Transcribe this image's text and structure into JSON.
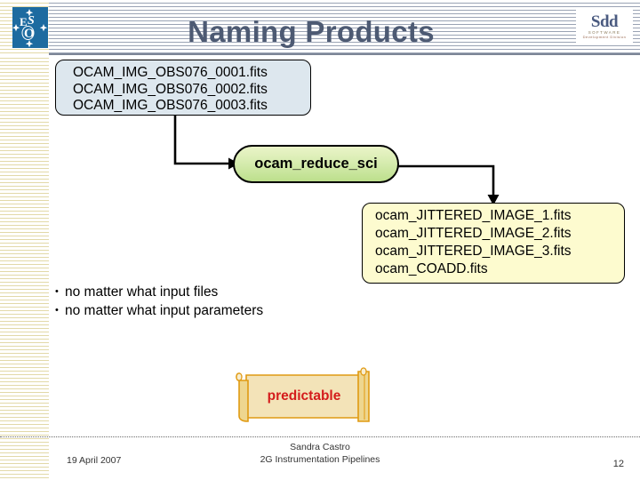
{
  "slide": {
    "title": "Naming Products",
    "page_number": "12",
    "accent_title_color": "#4d5a73",
    "highlight_color": "#d41c1c"
  },
  "logos": {
    "left": {
      "name": "eso-logo",
      "text": "ESO",
      "background": "#1d6ba0"
    },
    "right": {
      "name": "sdd-logo",
      "text": "Sdd",
      "subtitle1": "SOFTWARE",
      "subtitle2": "Development Division"
    }
  },
  "flow": {
    "input_box": {
      "name": "input-files-box",
      "fill": "#dde7ee",
      "lines": [
        "OCAM_IMG_OBS076_0001.fits",
        "OCAM_IMG_OBS076_0002.fits",
        "OCAM_IMG_OBS076_0003.fits"
      ]
    },
    "process": {
      "name": "recipe-node",
      "fill": "#cfe7a0",
      "label": "ocam_reduce_sci"
    },
    "output_box": {
      "name": "output-files-box",
      "fill": "#fdfbcf",
      "lines": [
        "ocam_JITTERED_IMAGE_1.fits",
        "ocam_JITTERED_IMAGE_2.fits",
        "ocam_JITTERED_IMAGE_3.fits",
        "ocam_COADD.fits"
      ]
    },
    "arrows": [
      {
        "name": "arrow-input-to-recipe",
        "direction": "down-right"
      },
      {
        "name": "arrow-recipe-to-output",
        "direction": "right-down"
      }
    ]
  },
  "bullets": [
    "no matter what input files",
    "no matter what input parameters"
  ],
  "banner": {
    "name": "scroll-banner",
    "label": "predictable",
    "fill": "#f5e2b0",
    "outline": "#e09a12"
  },
  "footer": {
    "date": "19 April 2007",
    "author": "Sandra Castro",
    "event": "2G Instrumentation Pipelines",
    "page": "12"
  }
}
